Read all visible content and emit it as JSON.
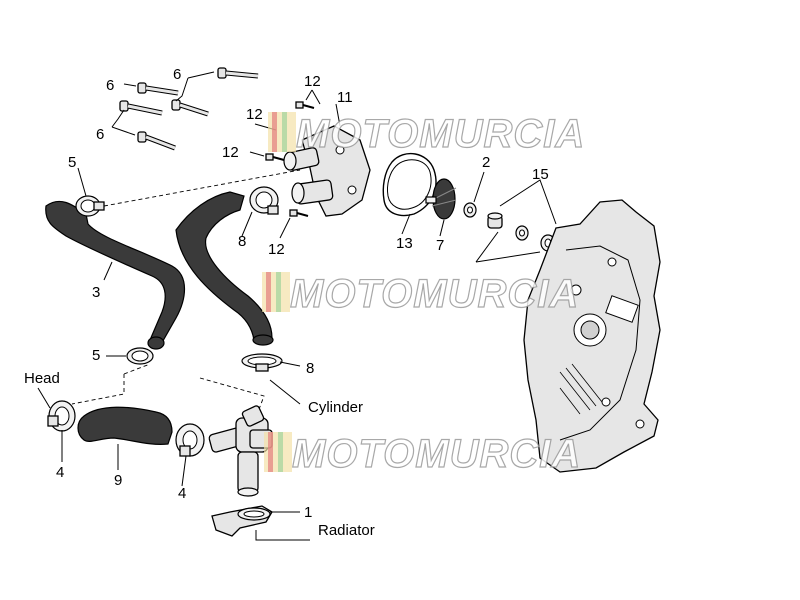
{
  "callouts": {
    "c1": "1",
    "c2": "2",
    "c3": "3",
    "c4a": "4",
    "c4b": "4",
    "c5a": "5",
    "c5b": "5",
    "c6a": "6",
    "c6b": "6",
    "c6c": "6",
    "c7": "7",
    "c8a": "8",
    "c8b": "8",
    "c9": "9",
    "c11": "11",
    "c12a": "12",
    "c12b": "12",
    "c12c": "12",
    "c12d": "12",
    "c13": "13",
    "c15": "15"
  },
  "labels": {
    "head": "Head",
    "cylinder": "Cylinder",
    "radiator": "Radiator"
  },
  "watermark": "MOTOMURCIA",
  "colors": {
    "outline": "#000000",
    "part_fill": "#e6e6e6",
    "hose_fill": "#3a3a3a"
  }
}
